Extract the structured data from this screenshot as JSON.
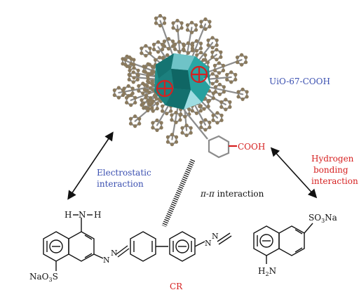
{
  "labels": {
    "mof_name": "UiO-67-COOH",
    "cooh": "COOH",
    "electrostatic_line1": "Electrostatic",
    "electrostatic_line2": "interaction",
    "hydrogen_line1": "Hydrogen",
    "hydrogen_line2": "bonding",
    "hydrogen_line3": "interaction",
    "pi_prefix": "π-π",
    "pi_suffix": " interaction",
    "dye_name": "CR",
    "nh_h_left": "H",
    "nh_n": "N",
    "nh_h_right": "H",
    "azo_n": "N",
    "so3na_right_a": "SO",
    "so3na_right_sub": "3",
    "so3na_right_b": "Na",
    "nh2_a": "H",
    "nh2_sub": "2",
    "nh2_b": "N",
    "nao3s_a": "NaO",
    "nao3s_sub": "3",
    "nao3s_b": "S"
  },
  "colors": {
    "blue_label": "#3a4fb0",
    "red_label": "#d62020",
    "cluster_teal": "#1f8f8c",
    "cluster_light": "#8fd6dc",
    "ring_atom": "#8a7a5e",
    "bond_gray": "#9a9a9a"
  }
}
